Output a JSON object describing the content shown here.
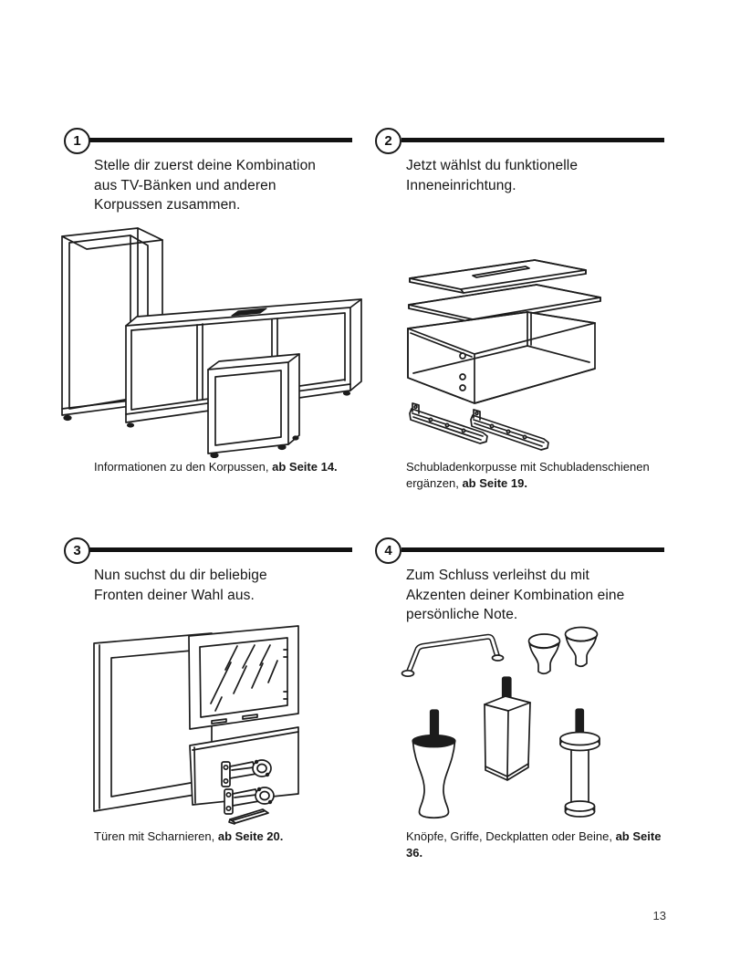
{
  "page": {
    "number": "13"
  },
  "colors": {
    "ink": "#1a1a1a",
    "paper": "#ffffff"
  },
  "steps": [
    {
      "number": "1",
      "lines": [
        "Stelle dir zuerst deine Kombination",
        "aus TV-Bänken und anderen",
        "Korpussen zusammen."
      ],
      "caption_pre": "Informationen zu den Korpussen, ",
      "caption_bold": "ab Seite 14.",
      "illustration": "tv-baenke-und-korpusse"
    },
    {
      "number": "2",
      "lines": [
        "Jetzt wählst du funktionelle",
        "Inneneinrichtung."
      ],
      "caption_pre": "Schubladenkorpusse mit Schubladenschienen ergänzen, ",
      "caption_bold": "ab Seite 19.",
      "illustration": "schubladenkorpus-mit-schubladenschienen"
    },
    {
      "number": "3",
      "lines": [
        "Nun suchst du dir beliebige",
        "Fronten deiner Wahl aus."
      ],
      "caption_pre": "Türen mit Scharnieren, ",
      "caption_bold": "ab Seite 20.",
      "illustration": "fronten-mit-scharnieren"
    },
    {
      "number": "4",
      "lines": [
        "Zum Schluss verleihst du mit",
        "Akzenten deiner Kombination eine",
        "persönliche Note."
      ],
      "caption_pre": "Knöpfe, Griffe, Deckplatten oder Beine, ",
      "caption_bold": "ab Seite 36.",
      "illustration": "knoepfe-griffe-deckplatten-beine"
    }
  ]
}
